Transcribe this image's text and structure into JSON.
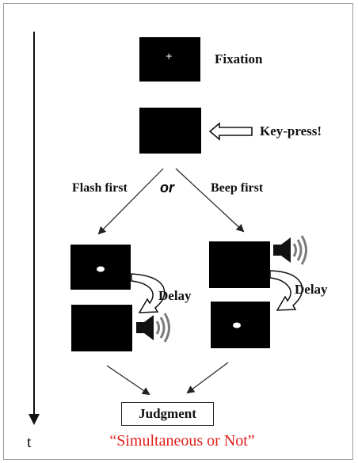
{
  "diagram": {
    "fixation_symbol": "+",
    "fixation_label": "Fixation",
    "keypress_label": "Key-press!",
    "branch_left_label": "Flash first",
    "branch_or_label": "or",
    "branch_right_label": "Beep first",
    "delay_left_label": "Delay",
    "delay_right_label": "Delay",
    "judgment_label": "Judgment",
    "judgment_question": "“Simultaneous  or  Not”",
    "time_axis_label": "t",
    "colors": {
      "screen": "#000000",
      "question_text": "#e0201b",
      "speaker_waves": "#7a7a7a"
    }
  }
}
